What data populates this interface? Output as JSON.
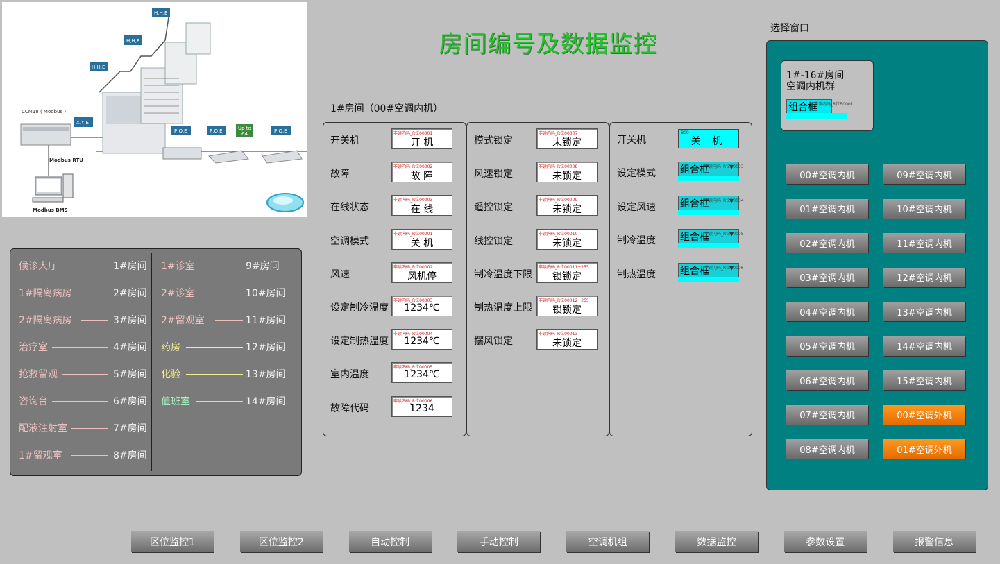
{
  "page_title": "房间编号及数据监控",
  "diagram": {
    "labels": {
      "hhe": "H,H,E",
      "ccm": "CCM18 ( Modbus )",
      "xye": "X,Y,E",
      "pqe": "P,Q,E",
      "upto_line1": "Up to",
      "upto_line2": "64",
      "rtu": "Modbus RTU",
      "bms": "Modbus BMS"
    }
  },
  "room_map": {
    "left": [
      {
        "area": "候诊大厅",
        "room": "1#房间"
      },
      {
        "area": "1#隔离病房",
        "room": "2#房间"
      },
      {
        "area": "2#隔离病房",
        "room": "3#房间"
      },
      {
        "area": "治疗室",
        "room": "4#房间"
      },
      {
        "area": "抢救留观",
        "room": "5#房间"
      },
      {
        "area": "咨询台",
        "room": "6#房间"
      },
      {
        "area": "配液注射室",
        "room": "7#房间"
      },
      {
        "area": "1#留观室",
        "room": "8#房间"
      }
    ],
    "right": [
      {
        "area": "1#诊室",
        "room": "9#房间"
      },
      {
        "area": "2#诊室",
        "room": "10#房间"
      },
      {
        "area": "2#留观室",
        "room": "11#房间"
      },
      {
        "area": "药房",
        "room": "12#房间"
      },
      {
        "area": "化验",
        "room": "13#房间"
      },
      {
        "area": "值班室",
        "room": "14#房间"
      }
    ],
    "colors": {
      "area_pink": "#f0c0c0",
      "area_yellow": "#f0ec90",
      "area_green": "#a8f0c0"
    }
  },
  "section_label": "1#房间（00#空调内机）",
  "status_panel": [
    {
      "label": "开关机",
      "tag": "非读内码_R位00001",
      "value": "开 机"
    },
    {
      "label": "故障",
      "tag": "非读内码_R位00002",
      "value": "故 障"
    },
    {
      "label": "在线状态",
      "tag": "非读内码_R位00003",
      "value": "在 线"
    },
    {
      "label": "空调模式",
      "tag": "非读内码_R位00001",
      "value": "关 机"
    },
    {
      "label": "风速",
      "tag": "非读内码_R位00002",
      "value": "风机停"
    },
    {
      "label": "设定制冷温度",
      "tag": "非读内码_R位00003",
      "value": "1234℃"
    },
    {
      "label": "设定制热温度",
      "tag": "非读内码_R位00004",
      "value": "1234℃"
    },
    {
      "label": "室内温度",
      "tag": "非读内码_R位00005",
      "value": "1234℃"
    },
    {
      "label": "故障代码",
      "tag": "非读内码_R位00006",
      "value": "1234"
    }
  ],
  "lock_panel": [
    {
      "label": "模式锁定",
      "tag": "非读内码_R位00007",
      "value": "未锁定"
    },
    {
      "label": "风速锁定",
      "tag": "非读内码_R位00008",
      "value": "未锁定"
    },
    {
      "label": "遥控锁定",
      "tag": "非读内码_R位00009",
      "value": "未锁定"
    },
    {
      "label": "线控锁定",
      "tag": "非读内码_R位00010",
      "value": "未锁定"
    },
    {
      "label": "制冷温度下限",
      "tag": "非读内码_R位00011+255",
      "value": "锁锁定"
    },
    {
      "label": "制热温度上限",
      "tag": "非读内码_R位00012+255",
      "value": "锁锁定"
    },
    {
      "label": "摆风锁定",
      "tag": "非读内码_R位00013",
      "value": "未锁定"
    }
  ],
  "settings_panel": {
    "power": {
      "label": "开关机",
      "tag": "B00",
      "value": "关 机"
    },
    "combos": [
      {
        "label": "设定模式",
        "tag": "非读内码_R位B0003",
        "value": "组合框"
      },
      {
        "label": "设定风速",
        "tag": "非读内码_R位B0004",
        "value": "组合框"
      },
      {
        "label": "制冷温度",
        "tag": "非读内码_R位B0005",
        "value": "组合框"
      },
      {
        "label": "制热温度",
        "tag": "非读内码_R位B0006",
        "value": "组合框"
      }
    ]
  },
  "select_window": {
    "title": "选择窗口",
    "group_line1": "1#-16#房间",
    "group_line2": "空调内机群",
    "group_combo": {
      "value": "组合框",
      "tag": "非读内码_R位B0001"
    },
    "left_buttons": [
      "00#空调内机",
      "01#空调内机",
      "02#空调内机",
      "03#空调内机",
      "04#空调内机",
      "05#空调内机",
      "06#空调内机",
      "07#空调内机",
      "08#空调内机"
    ],
    "right_buttons": [
      "09#空调内机",
      "10#空调内机",
      "11#空调内机",
      "12#空调内机",
      "13#空调内机",
      "14#空调内机",
      "15#空调内机",
      "00#空调外机",
      "01#空调外机"
    ],
    "accent_color": "#f07818"
  },
  "nav": [
    "区位监控1",
    "区位监控2",
    "自动控制",
    "手动控制",
    "空调机组",
    "数据监控",
    "参数设置",
    "报警信息"
  ]
}
